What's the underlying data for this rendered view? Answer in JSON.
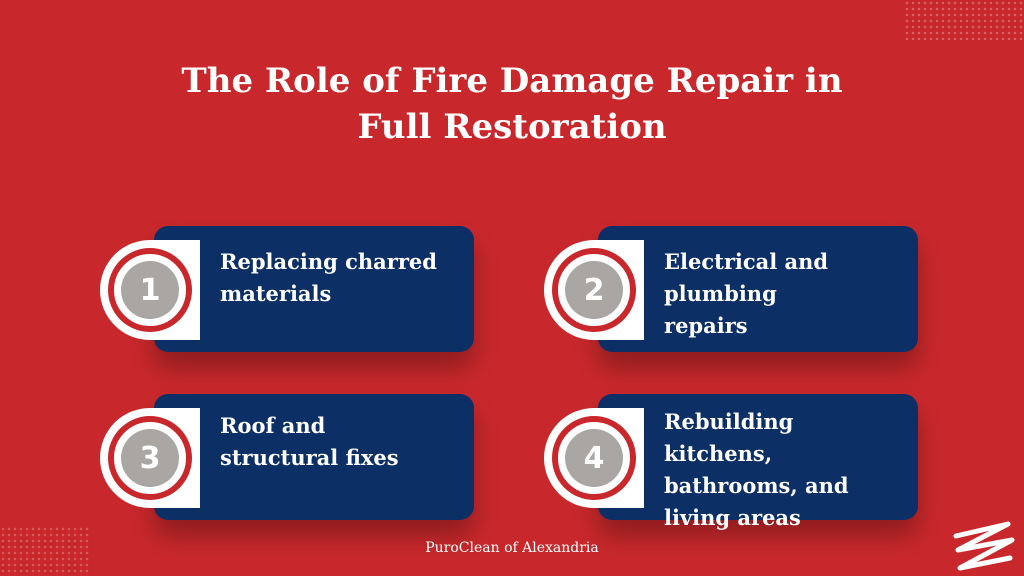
{
  "title": {
    "line1": "The Role of Fire Damage Repair in",
    "line2": "Full Restoration"
  },
  "cards": [
    {
      "number": "1",
      "text": "Replacing charred\nmaterials"
    },
    {
      "number": "2",
      "text": "Electrical and\nplumbing\nrepairs"
    },
    {
      "number": "3",
      "text": "Roof and\nstructural fixes"
    },
    {
      "number": "4",
      "text": "Rebuilding kitchens,\nbathrooms, and\nliving areas"
    }
  ],
  "footer": "PuroClean of Alexandria",
  "colors": {
    "background": "#c8282b",
    "card": "#0c2f66",
    "number_circle": "#a9a6a4"
  },
  "icons": [
    "dot-pattern-icon",
    "scribble-icon"
  ]
}
